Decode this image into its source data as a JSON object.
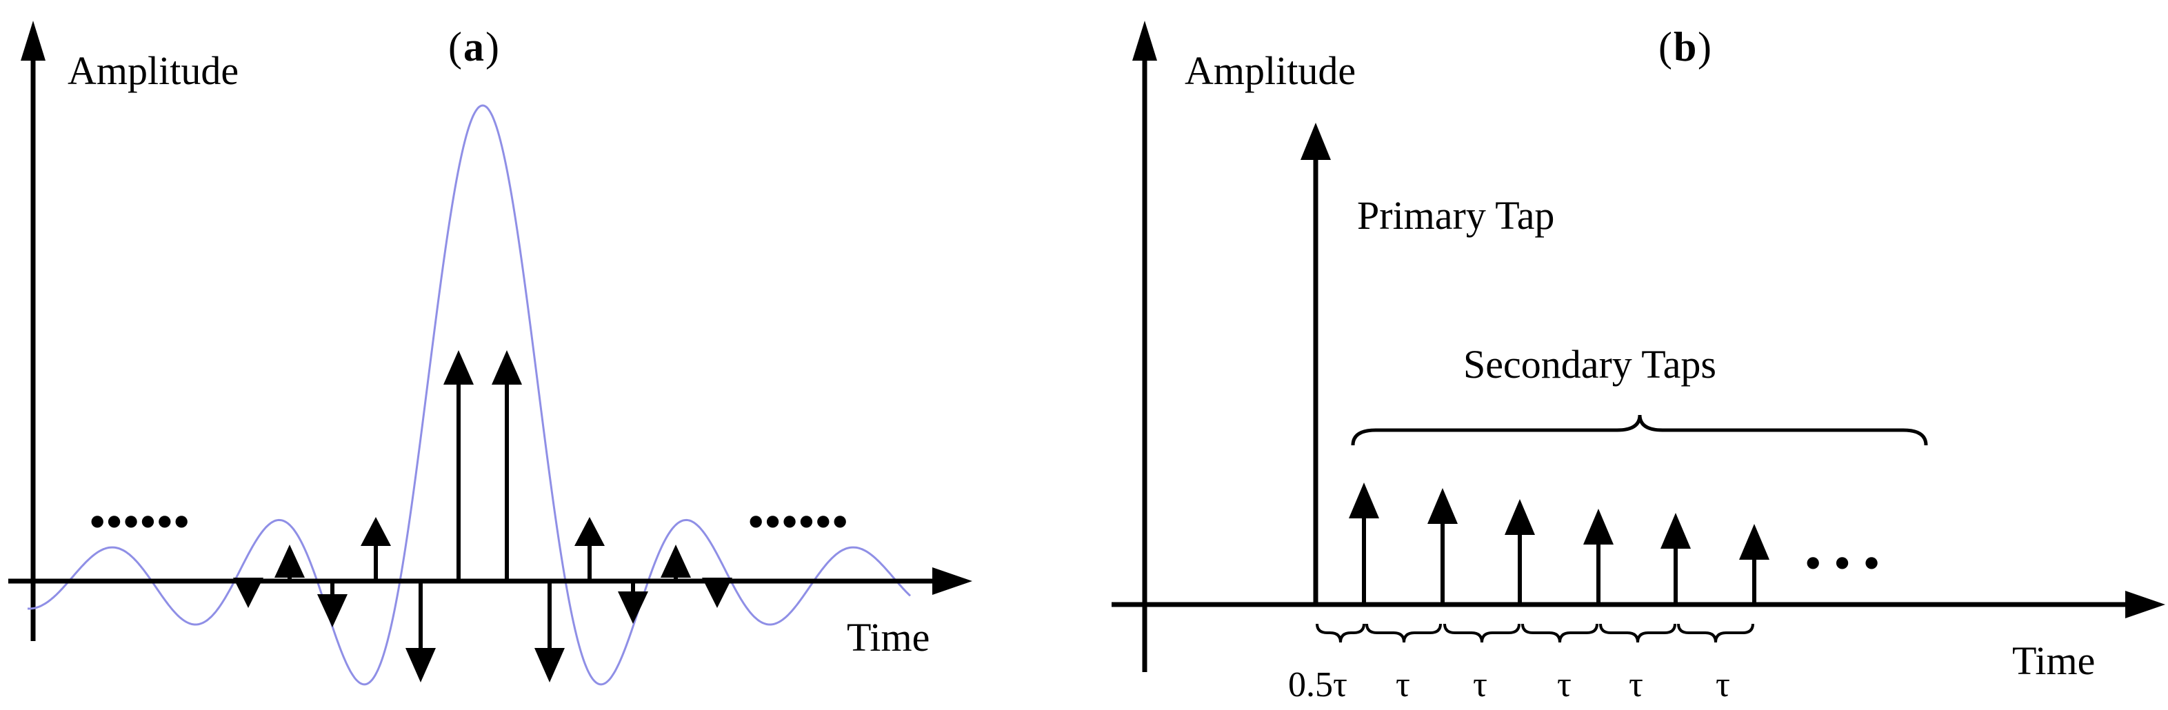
{
  "panel_a": {
    "title": "a",
    "y_axis_label": "Amplitude",
    "x_axis_label": "Time",
    "left_ellipsis": "••••••",
    "right_ellipsis": "••••••",
    "curve_color": "#8f8fe6"
  },
  "panel_b": {
    "title": "b",
    "y_axis_label": "Amplitude",
    "x_axis_label": "Time",
    "primary_label": "Primary Tap",
    "secondary_label": "Secondary Taps",
    "continuation": "• • •",
    "interval_labels": [
      "0.5τ",
      "τ",
      "τ",
      "τ",
      "τ",
      "τ"
    ]
  }
}
